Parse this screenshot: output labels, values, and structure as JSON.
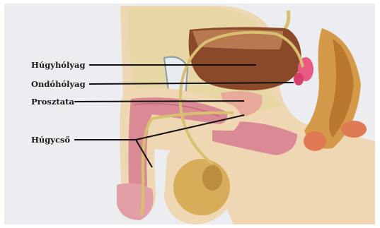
{
  "labels": {
    "bladder": "Húgyhólyag",
    "seminal_vesicle": "Ondóhólyag",
    "prostate": "Prosztata",
    "urethra": "Húgycső"
  },
  "colors": {
    "background": "#ecedf0",
    "skin": "#f0d7b3",
    "fat": "#e6d7a4",
    "bladder": "#8a4a2a",
    "bladder_light": "#b87850",
    "prostate": "#e7a99a",
    "erectile_tissue": "#d98a95",
    "seminal_vesicle": "#e95a83",
    "rectum": "#d49a4a",
    "testis": "#d7ad5a",
    "duct": "#d8c070",
    "leader_line": "#111111"
  }
}
